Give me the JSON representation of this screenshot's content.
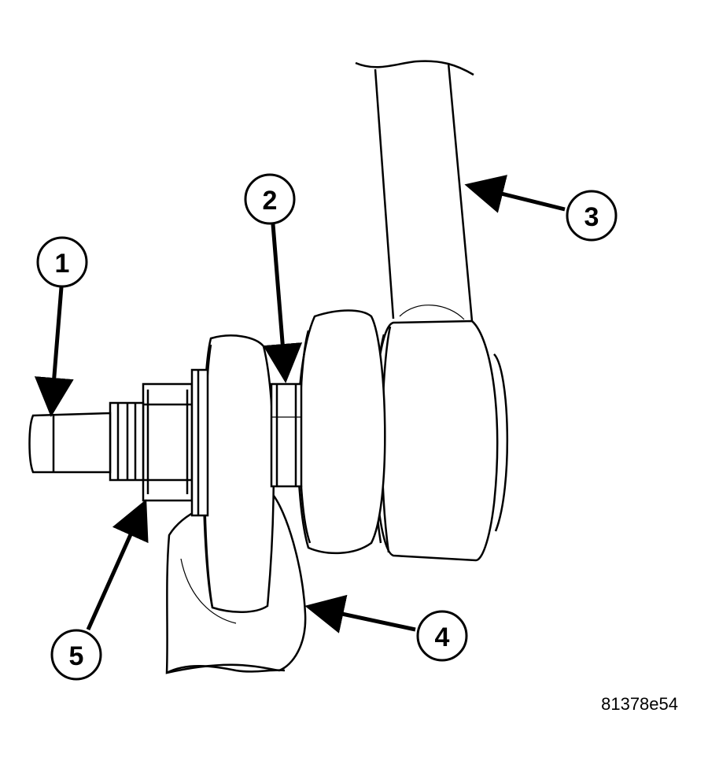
{
  "figure_id": "81378e54",
  "callouts": [
    {
      "id": 1,
      "label": "1"
    },
    {
      "id": 2,
      "label": "2"
    },
    {
      "id": 3,
      "label": "3"
    },
    {
      "id": 4,
      "label": "4"
    },
    {
      "id": 5,
      "label": "5"
    }
  ],
  "colors": {
    "line": "#000000",
    "background": "#ffffff"
  }
}
